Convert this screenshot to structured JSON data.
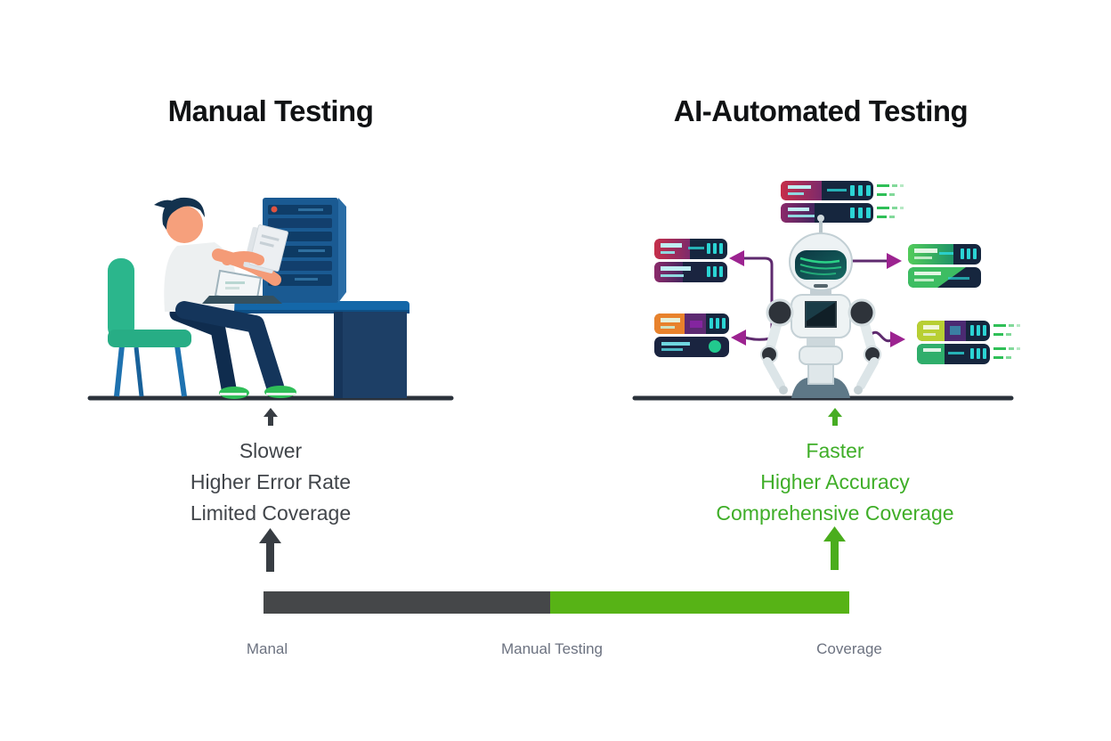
{
  "page": {
    "background": "#ffffff",
    "description": "Comparison infographic: Manual Testing vs AI-Automated Testing"
  },
  "left_panel": {
    "title": "Manual Testing",
    "features": [
      "Slower",
      "Higher Error Rate",
      "Limited Coverage"
    ],
    "text_color": "#41454a",
    "arrow_color": "#383d43",
    "illustration": "person-at-desk-with-server-tower"
  },
  "right_panel": {
    "title": "AI-Automated Testing",
    "features": [
      "Faster",
      "Higher Accuracy",
      "Comprehensive Coverage"
    ],
    "text_color": "#3fae28",
    "arrow_color": "#47ad23",
    "illustration": "robot-connected-to-servers"
  },
  "progress_bar": {
    "segments": [
      {
        "name": "manual",
        "color": "#454749",
        "fraction": 0.49
      },
      {
        "name": "ai-automated",
        "color": "#57b316",
        "fraction": 0.51
      }
    ],
    "labels": [
      "Manal",
      "Manual Testing",
      "Coverage"
    ],
    "label_color": "#6c7280"
  },
  "icons": {
    "up_arrow_small": "up-arrow",
    "up_arrow_large": "up-arrow"
  }
}
